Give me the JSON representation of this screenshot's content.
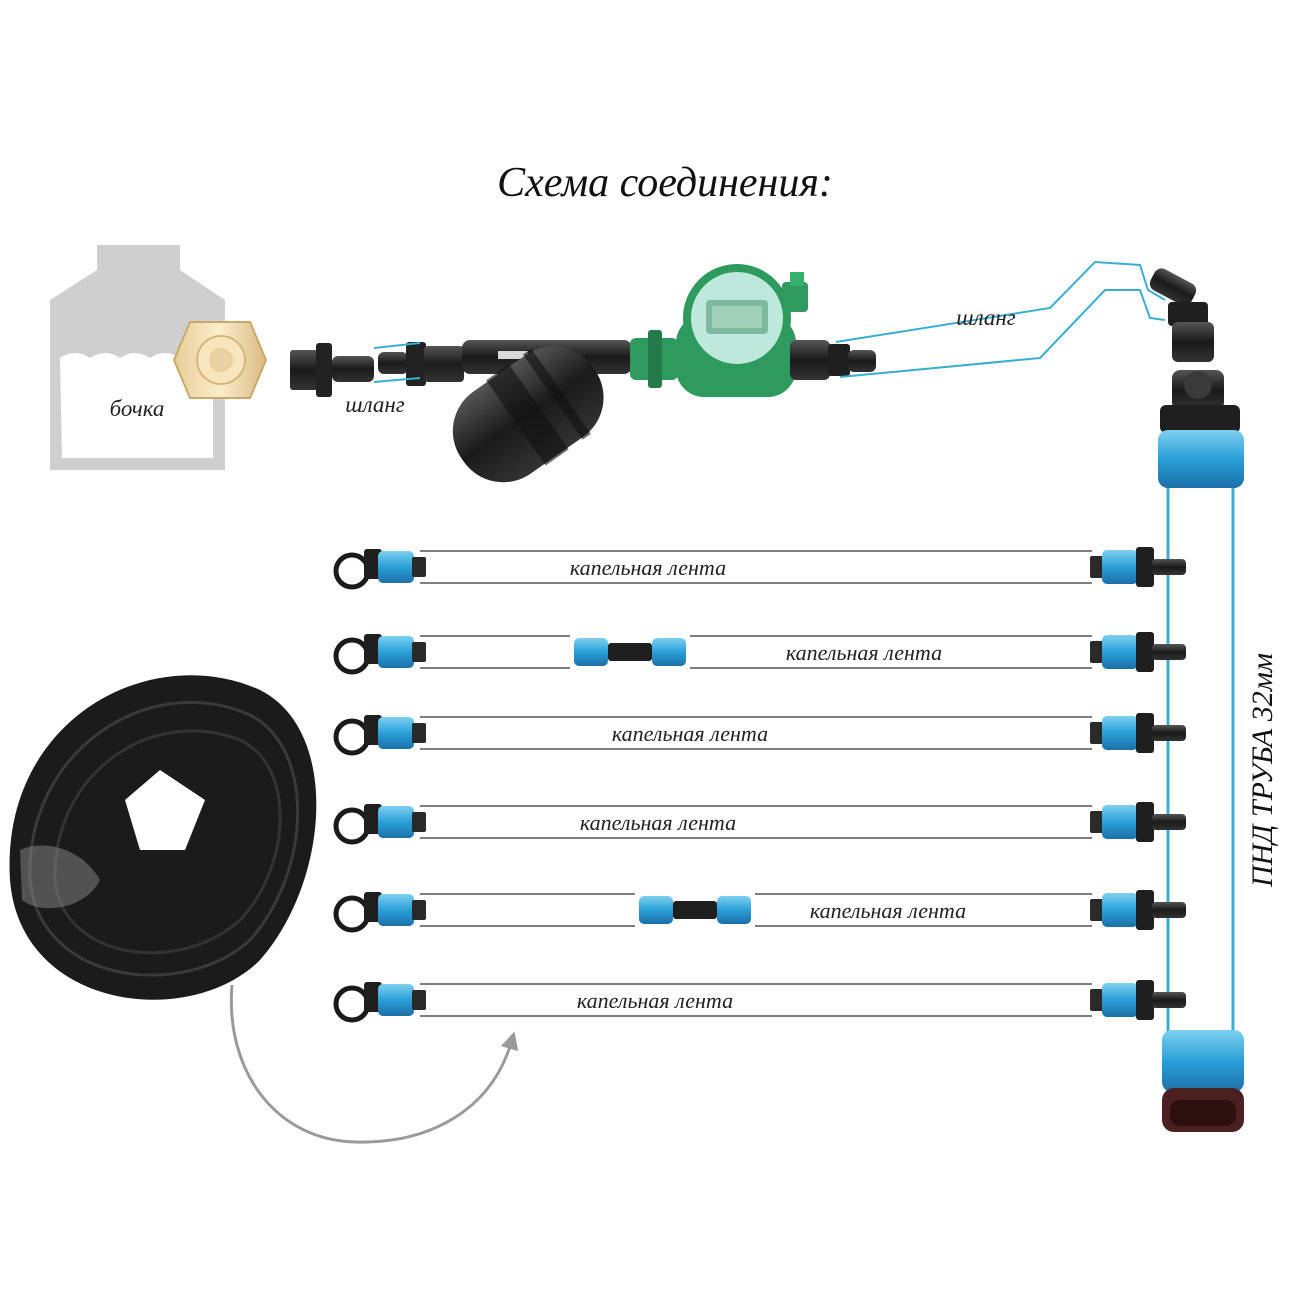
{
  "title": "Схема соединения:",
  "labels": {
    "barrel": "бочка",
    "hose_left": "шланг",
    "hose_right": "шланг",
    "pipe": "ПНД ТРУБА 32мм"
  },
  "drip_rows": [
    {
      "label": "капельная лента",
      "has_coupler": false
    },
    {
      "label": "капельная лента",
      "has_coupler": true
    },
    {
      "label": "капельная лента",
      "has_coupler": false
    },
    {
      "label": "капельная лента",
      "has_coupler": false
    },
    {
      "label": "капельная лента",
      "has_coupler": true
    },
    {
      "label": "капельная лента",
      "has_coupler": false
    }
  ],
  "icons": [
    "barrel-icon",
    "adapter-icon",
    "filter-icon",
    "timer-icon",
    "elbow-icon",
    "pipe-coupling-icon",
    "end-cap-icon",
    "drip-tape-roll-icon",
    "start-connector-icon",
    "tape-coupler-icon",
    "end-plug-icon",
    "curved-arrow-icon"
  ],
  "colors": {
    "line_blue": "#3aaed0",
    "fitting_blue": "#2a9fd8",
    "fitting_black": "#1e1e1e",
    "timer_green": "#2e9a5e",
    "barrel_grey": "#cfcfcf",
    "adapter_beige": "#f1ddb3"
  }
}
